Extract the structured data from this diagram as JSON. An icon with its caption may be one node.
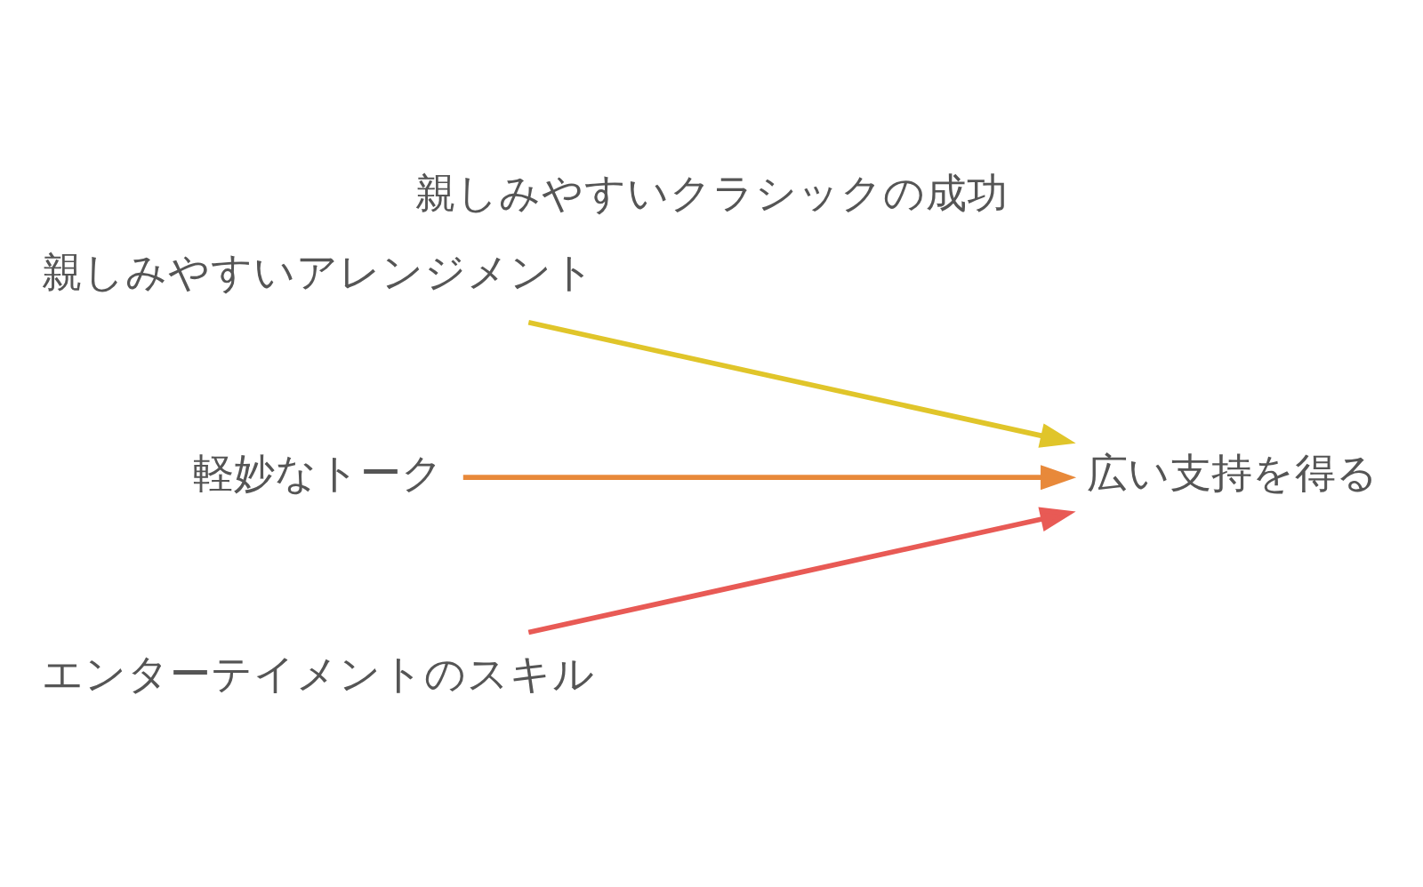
{
  "diagram": {
    "title": "親しみやすいクラシックの成功",
    "nodes": [
      {
        "text": [
          "親しみやすいアレンジメント"
        ]
      },
      {
        "text": [
          "軽妙なトーク"
        ]
      },
      {
        "text": [
          "エンターテイメントのスキル"
        ]
      },
      {
        "text": [
          "広い支持を得る"
        ]
      }
    ],
    "edges": [
      {
        "from": 0,
        "to": 3,
        "arrow": "to",
        "color": "#e0c52a"
      },
      {
        "from": 1,
        "to": 3,
        "arrow": "to",
        "color": "#e8893a"
      },
      {
        "from": 2,
        "to": 3,
        "arrow": "to",
        "color": "#e85a55"
      }
    ]
  }
}
